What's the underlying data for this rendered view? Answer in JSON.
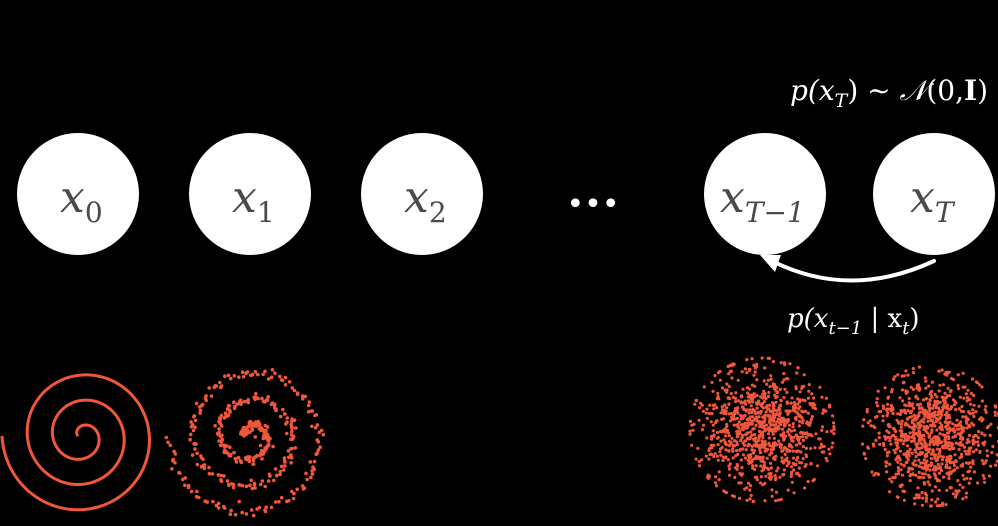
{
  "diagram": {
    "nodes": [
      {
        "id": "x0",
        "var": "x",
        "sub": "0"
      },
      {
        "id": "x1",
        "var": "x",
        "sub": "1"
      },
      {
        "id": "x2",
        "var": "x",
        "sub": "2"
      },
      {
        "id": "xTm1",
        "var": "x",
        "sub": "T−1"
      },
      {
        "id": "xT",
        "var": "x",
        "sub": "T"
      }
    ],
    "ellipsis": "•••",
    "prior": {
      "lhs_var": "p(x",
      "lhs_sub": "T",
      "lhs_close": ") ~ ",
      "dist": "𝒩",
      "args_open": "(0,",
      "args_bold": "I",
      "args_close": ")"
    },
    "reverse": {
      "open": "p(x",
      "sub1": "t−1",
      "mid": " | x",
      "sub2": "t",
      "close": ")"
    }
  },
  "colors": {
    "background": "#000000",
    "node_fill": "#ffffff",
    "node_text": "#4a4a4a",
    "arrow": "#ffffff",
    "samples": "#f0573a"
  },
  "samples": [
    {
      "id": "spiral-clean",
      "kind": "spiral",
      "noise": 0
    },
    {
      "id": "spiral-noisy",
      "kind": "spiral",
      "noise": 0.06
    },
    {
      "id": "cloud-near-noise",
      "kind": "cloud",
      "noise": 0.6
    },
    {
      "id": "cloud-pure-noise",
      "kind": "cloud",
      "noise": 1.0
    }
  ]
}
